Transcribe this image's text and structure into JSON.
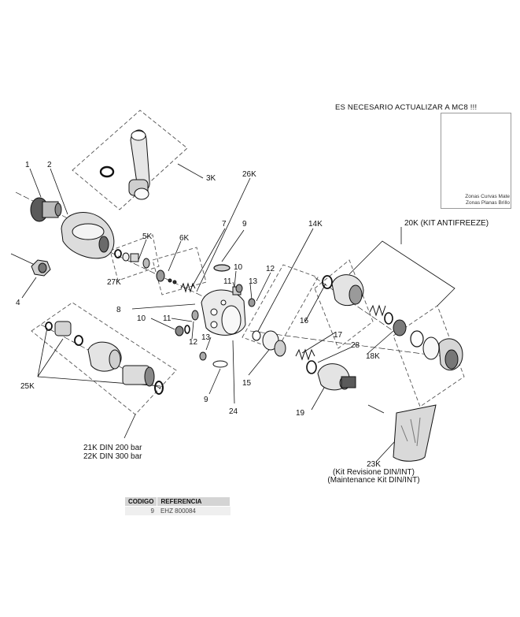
{
  "notice": "ES NECESARIO ACTUALIZAR A MC8 !!!",
  "inset_caption_1": "Zonas Curvas Mate",
  "inset_caption_2": "Zonas Planas Brillo",
  "labels": {
    "p1": "1",
    "p2": "2",
    "p3k": "3K",
    "p4": "4",
    "p5k": "5K",
    "p6k": "6K",
    "p7": "7",
    "p8": "8",
    "p9a": "9",
    "p9b": "9",
    "p10a": "10",
    "p10b": "10",
    "p11a": "11",
    "p11b": "11",
    "p12a": "12",
    "p12b": "12",
    "p13a": "13",
    "p13b": "13",
    "p14k": "14K",
    "p15": "15",
    "p16": "16",
    "p17": "17",
    "p18k": "18K",
    "p19": "19",
    "p20k": "20K (KIT ANTIFREEZE)",
    "p24": "24",
    "p25k": "25K",
    "p26k": "26K",
    "p27k": "27K",
    "p28": "28",
    "p21k": "21K  DIN 200 bar",
    "p22k": "22K  DIN 300 bar",
    "p23k_1": "23K",
    "p23k_2": "(Kit Revisione DIN/INT)",
    "p23k_3": "(Maintenance Kit DIN/INT)"
  },
  "table": {
    "headers": [
      "CODIGO",
      "REFERENCIA"
    ],
    "rows": [
      [
        "9",
        "EHZ 800084"
      ]
    ]
  },
  "colors": {
    "line": "#111111",
    "part_fill": "#f2f2f2",
    "metal": "#c8c8c8",
    "dark": "#3a3a3a",
    "box": "#555555"
  }
}
